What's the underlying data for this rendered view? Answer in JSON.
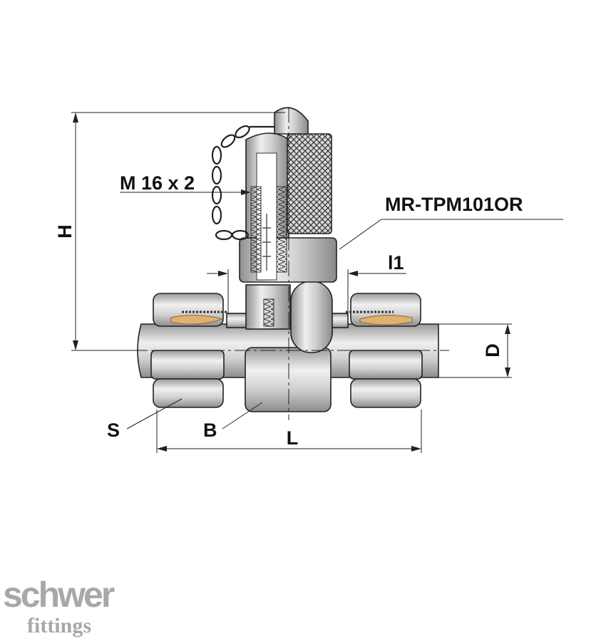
{
  "labels": {
    "height": "H",
    "thread": "M 16 x 2",
    "part_number": "MR-TPM101OR",
    "length_l1": "l1",
    "diameter": "D",
    "nut_s": "S",
    "body_b": "B",
    "length": "L"
  },
  "logo": {
    "brand": "schwer",
    "tagline": "fittings"
  },
  "colors": {
    "metal": "#d4d4d4",
    "metal_dark": "#9a9a9a",
    "ring": "#e0b070",
    "logo": "#a8a8a8"
  }
}
